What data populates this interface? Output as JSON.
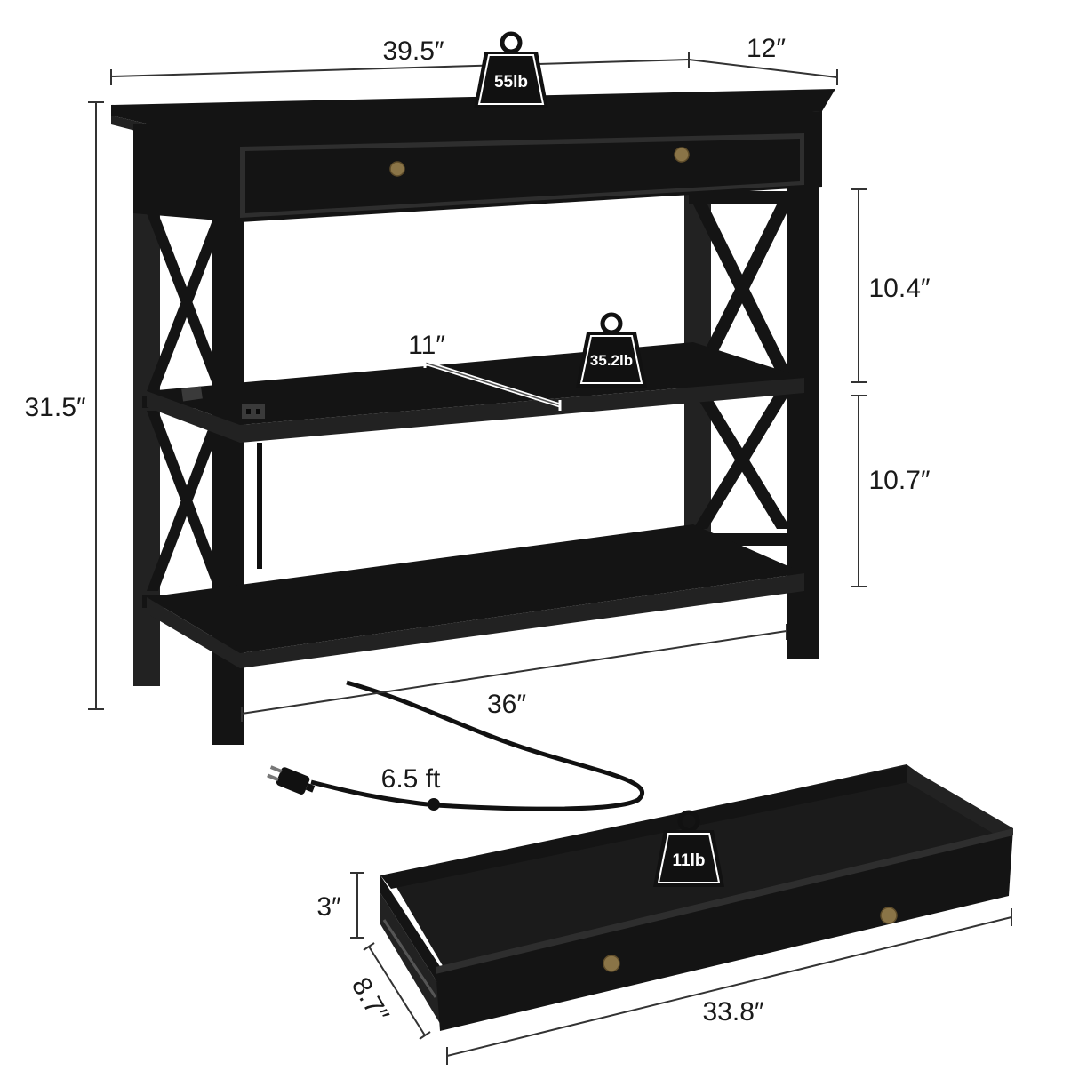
{
  "dimensions": {
    "width": "39.5″",
    "depth": "12″",
    "height": "31.5″",
    "upper_clearance": "10.4″",
    "lower_clearance": "10.7″",
    "shelf_depth": "11″",
    "inner_width": "36″",
    "cord_length": "6.5 ft",
    "drawer_height": "3″",
    "drawer_depth": "8.7″",
    "drawer_width": "33.8″"
  },
  "weights": {
    "top": "55lb",
    "shelf": "35.2lb",
    "drawer": "11lb"
  },
  "icons": {
    "weight": "weight-icon",
    "plug": "plug-icon",
    "outlet": "power-outlet-icon",
    "knob": "drawer-knob-icon"
  },
  "colors": {
    "furniture": "#141414",
    "knob": "#8a7447",
    "badge": "#111111",
    "text": "#1a1a1a"
  }
}
